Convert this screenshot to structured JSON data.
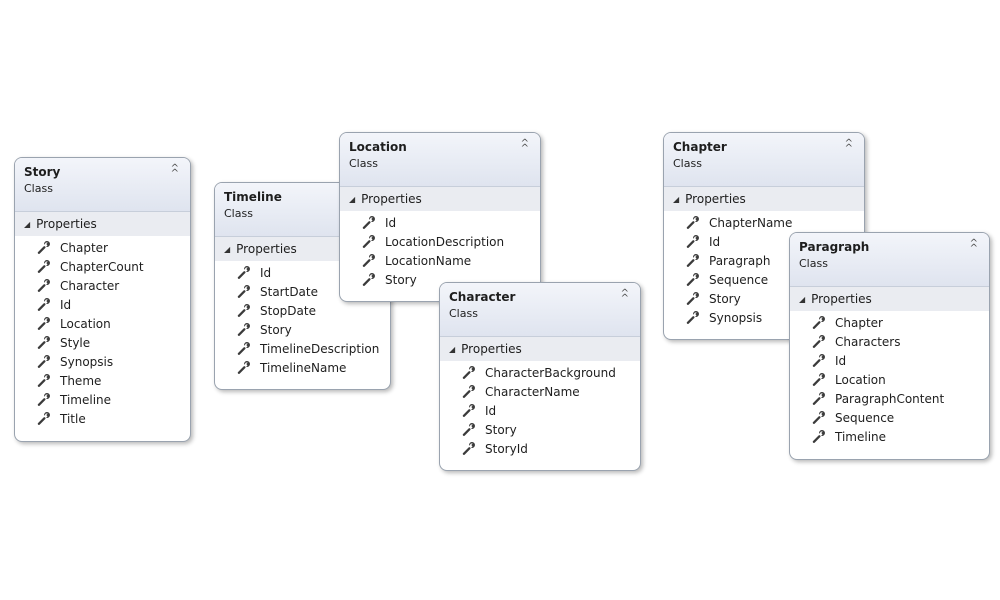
{
  "classes": {
    "story": {
      "name": "Story",
      "stereotype": "Class",
      "section": "Properties",
      "properties": [
        "Chapter",
        "ChapterCount",
        "Character",
        "Id",
        "Location",
        "Style",
        "Synopsis",
        "Theme",
        "Timeline",
        "Title"
      ]
    },
    "timeline": {
      "name": "Timeline",
      "stereotype": "Class",
      "section": "Properties",
      "properties": [
        "Id",
        "StartDate",
        "StopDate",
        "Story",
        "TimelineDescription",
        "TimelineName"
      ]
    },
    "location": {
      "name": "Location",
      "stereotype": "Class",
      "section": "Properties",
      "properties": [
        "Id",
        "LocationDescription",
        "LocationName",
        "Story"
      ]
    },
    "character": {
      "name": "Character",
      "stereotype": "Class",
      "section": "Properties",
      "properties": [
        "CharacterBackground",
        "CharacterName",
        "Id",
        "Story",
        "StoryId"
      ]
    },
    "chapter": {
      "name": "Chapter",
      "stereotype": "Class",
      "section": "Properties",
      "properties": [
        "ChapterName",
        "Id",
        "Paragraph",
        "Sequence",
        "Story",
        "Synopsis"
      ]
    },
    "paragraph": {
      "name": "Paragraph",
      "stereotype": "Class",
      "section": "Properties",
      "properties": [
        "Chapter",
        "Characters",
        "Id",
        "Location",
        "ParagraphContent",
        "Sequence",
        "Timeline"
      ]
    }
  },
  "icons": {
    "property": "wrench-icon",
    "collapse": "chevron-double-up-icon",
    "section_toggle": "triangle-expanded-icon"
  },
  "colors": {
    "header_gradient_top": "#f3f5fa",
    "header_gradient_bottom": "#dfe4ef",
    "section_background": "#eaecf1",
    "border": "#9aa3af"
  }
}
